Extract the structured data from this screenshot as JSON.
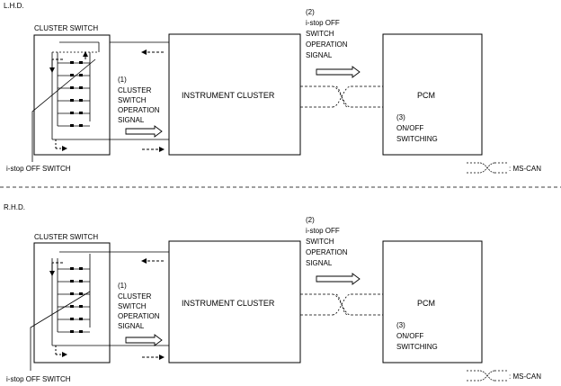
{
  "sections": [
    {
      "label": "L.H.D.",
      "cluster_switch": "CLUSTER SWITCH",
      "signal1": [
        "(1)",
        "CLUSTER",
        "SWITCH",
        "OPERATION",
        "SIGNAL"
      ],
      "instrument_cluster": "INSTRUMENT CLUSTER",
      "signal2": [
        "(2)",
        "i-stop OFF",
        "SWITCH",
        "OPERATION",
        "SIGNAL"
      ],
      "pcm": "PCM",
      "signal3": [
        "(3)",
        "ON/OFF",
        "SWITCHING"
      ],
      "istop_switch": "i-stop OFF SWITCH",
      "legend": ": MS-CAN"
    },
    {
      "label": "R.H.D.",
      "cluster_switch": "CLUSTER SWITCH",
      "signal1": [
        "(1)",
        "CLUSTER",
        "SWITCH",
        "OPERATION",
        "SIGNAL"
      ],
      "instrument_cluster": "INSTRUMENT CLUSTER",
      "signal2": [
        "(2)",
        "i-stop OFF",
        "SWITCH",
        "OPERATION",
        "SIGNAL"
      ],
      "pcm": "PCM",
      "signal3": [
        "(3)",
        "ON/OFF",
        "SWITCHING"
      ],
      "istop_switch": "i-stop OFF SWITCH",
      "legend": ": MS-CAN"
    }
  ]
}
